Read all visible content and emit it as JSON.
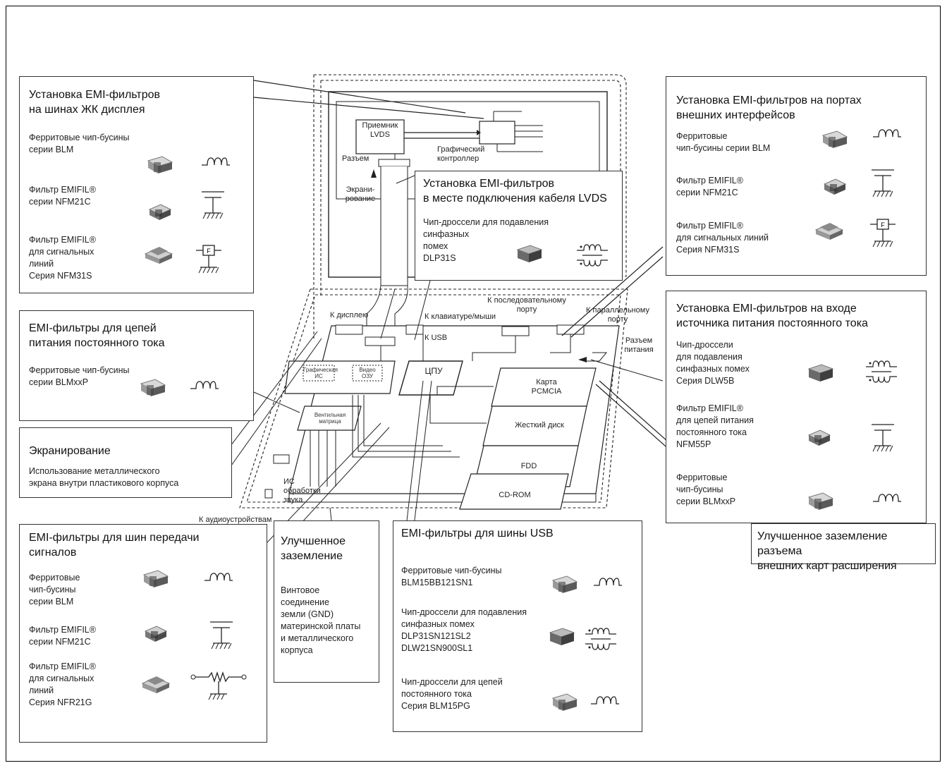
{
  "panel_lcd": {
    "title": "Установка EMI-фильтров\nна шинах ЖК дисплея",
    "items": [
      {
        "label": "Ферритовые чип-бусины\nсерии BLM",
        "icon": "ferrite-bead-chip-icon",
        "symbol": "inductor-symbol-icon"
      },
      {
        "label": "Фильтр EMIFIL®\nсерии NFM21C",
        "icon": "capacitor-chip-icon",
        "symbol": "capacitor-ground-symbol-icon"
      },
      {
        "label": "Фильтр EMIFIL®\nдля сигнальных\nлиний\nСерия NFM31S",
        "icon": "filter-chip-icon",
        "symbol": "filter-symbol-icon"
      }
    ]
  },
  "panel_lvds": {
    "title": "Установка EMI-фильтров\nв месте подключения кабеля LVDS",
    "items": [
      {
        "label": "Чип-дроссели для подавления\nсинфазных\nпомех\nDLP31S",
        "icon": "choke-chip-icon",
        "symbol": "common-mode-choke-symbol-icon"
      }
    ]
  },
  "panel_ext": {
    "title": "Установка EMI-фильтров на портах\nвнешних интерфейсов",
    "items": [
      {
        "label": "Ферритовые\nчип-бусины серии BLM",
        "icon": "ferrite-bead-chip-icon",
        "symbol": "inductor-symbol-icon"
      },
      {
        "label": "Фильтр EMIFIL®\nсерии NFM21C",
        "icon": "capacitor-chip-icon",
        "symbol": "capacitor-ground-symbol-icon"
      },
      {
        "label": "Фильтр EMIFIL®\nдля сигнальных линий\nСерия NFM31S",
        "icon": "filter-chip-icon",
        "symbol": "filter-symbol-icon"
      }
    ]
  },
  "panel_dc_power": {
    "title": "EMI-фильтры для цепей\nпитания постоянного тока",
    "items": [
      {
        "label": "Ферритовые чип-бусины\nсерии BLMxxP",
        "icon": "ferrite-bead-chip-icon",
        "symbol": "inductor-symbol-icon"
      }
    ]
  },
  "panel_input": {
    "title": "Установка EMI-фильтров на входе\nисточника питания постоянного тока",
    "items": [
      {
        "label": "Чип-дроссели\nдля подавления\nсинфазных помех\nСерия DLW5B",
        "icon": "choke-chip-icon",
        "symbol": "common-mode-choke-symbol-icon"
      },
      {
        "label": "Фильтр EMIFIL®\nдля цепей питания\nпостоянного тока\nNFM55P",
        "icon": "capacitor-chip-icon",
        "symbol": "capacitor-ground-symbol-icon"
      },
      {
        "label": "Ферритовые\nчип-бусины\nсерии  BLMxxP",
        "icon": "ferrite-bead-chip-icon",
        "symbol": "inductor-symbol-icon"
      }
    ]
  },
  "panel_shield": {
    "title": "Экранирование",
    "text": "Использование металлического\nэкрана внутри пластикового корпуса"
  },
  "panel_signal": {
    "title": "EMI-фильтры для шин передачи\nсигналов",
    "items": [
      {
        "label": "Ферритовые\nчип-бусины\nсерии BLM",
        "icon": "ferrite-bead-chip-icon",
        "symbol": "inductor-symbol-icon"
      },
      {
        "label": "Фильтр EMIFIL®\nсерии NFM21C",
        "icon": "capacitor-chip-icon",
        "symbol": "capacitor-ground-symbol-icon"
      },
      {
        "label": "Фильтр EMIFIL®\nдля  сигнальных\nлиний\nСерия NFR21G",
        "icon": "filter-chip-icon",
        "symbol": "resistor-filter-symbol-icon"
      }
    ]
  },
  "panel_ground": {
    "title": "Улучшенное\nзаземление",
    "text": "Винтовое\nсоединение\nземли (GND)\nматеринской платы\nи металлического\nкорпуса"
  },
  "panel_usb": {
    "title": "EMI-фильтры для шины USB",
    "items": [
      {
        "label": "Ферритовые чип-бусины\nBLM15BB121SN1",
        "icon": "ferrite-bead-chip-icon",
        "symbol": "inductor-symbol-icon"
      },
      {
        "label": "Чип-дроссели для подавления\nсинфазных помех\nDLP31SN121SL2\nDLW21SN900SL1",
        "icon": "choke-chip-icon",
        "symbol": "common-mode-choke-symbol-icon"
      },
      {
        "label": "Чип-дроссели для цепей\nпостоянного тока\nСерия BLM15PG",
        "icon": "ferrite-bead-chip-icon",
        "symbol": "inductor-symbol-icon"
      }
    ]
  },
  "panel_expansion": {
    "title": "Улучшенное заземление разъема\nвнешних карт расширения"
  },
  "diagram": {
    "lvds_receiver": "Приемник\nLVDS",
    "graphics_controller": "Графический\nконтроллер",
    "connector": "Разъем",
    "shielding": "Экрани-\nрование",
    "to_display": "К дисплею",
    "to_keyboard": "К клавиатуре/мыши",
    "to_serial": "К последовательному\nпорту",
    "to_parallel": "К параллельному\nпорту",
    "usb": "К USB",
    "power_jack": "Разъем\nпитания",
    "graphics_ic": "Графическая\nИС",
    "video_ram": "Видео\nОЗУ",
    "cpu": "ЦПУ",
    "gate_array": "Вентильная\nматрица",
    "pcmcia": "Карта\nPCMCIA",
    "hdd": "Жесткий диск",
    "fdd": "FDD",
    "cdrom": "CD-ROM",
    "sound_ic": "ИС\nобработки\nзвука",
    "to_audio": "К аудиоустройствам"
  }
}
